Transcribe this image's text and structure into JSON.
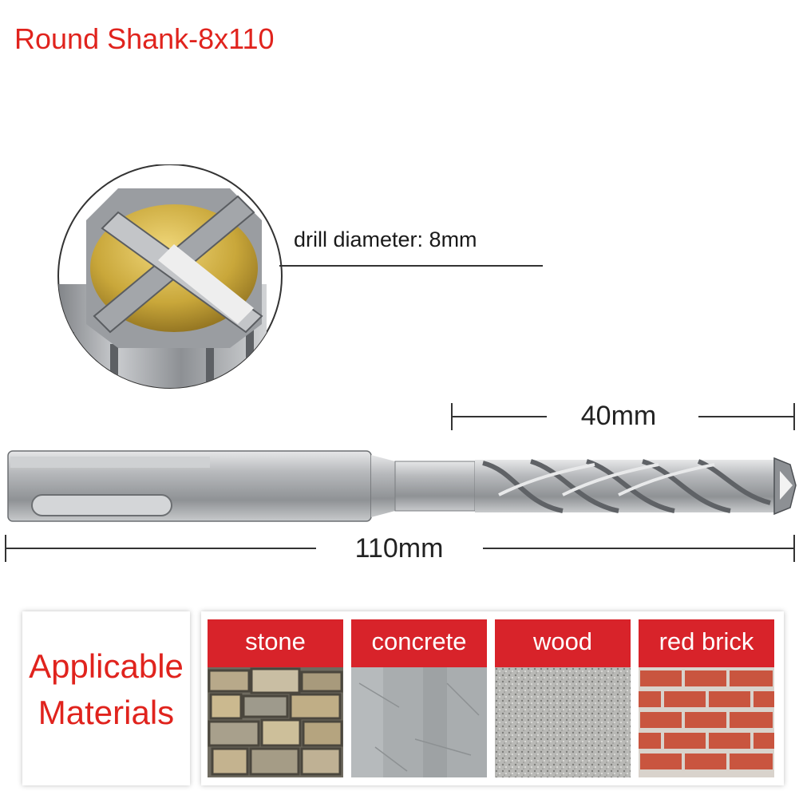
{
  "title": "Round Shank-8x110",
  "callout": {
    "label": "drill diameter: 8mm"
  },
  "dimensions": {
    "flute_length": "40mm",
    "total_length": "110mm"
  },
  "materials": {
    "heading_line1": "Applicable",
    "heading_line2": "Materials",
    "items": [
      {
        "label": "stone"
      },
      {
        "label": "concrete"
      },
      {
        "label": "wood"
      },
      {
        "label": "red brick"
      }
    ]
  },
  "colors": {
    "accent_red": "#e0231d",
    "tile_red": "#d8232a",
    "tip_gold": "#c9a73a",
    "steel": "#a9abae"
  }
}
